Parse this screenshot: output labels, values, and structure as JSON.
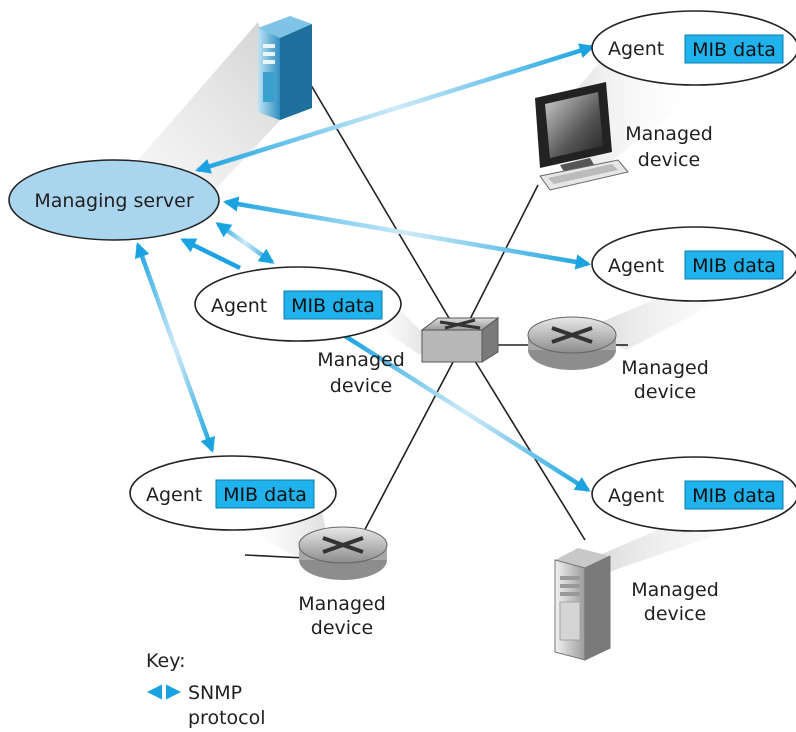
{
  "managing_server": {
    "label": "Managing server"
  },
  "agent_label": "Agent",
  "mib_label": "MIB data",
  "managed_device_line1": "Managed",
  "managed_device_line2": "device",
  "key": {
    "title": "Key:",
    "line1": "SNMP",
    "line2": "protocol"
  },
  "colors": {
    "arrow": "#1aa3e0",
    "server_fill": "#a9d6ee",
    "mib_fill": "#1fb2ec",
    "shade": "#d9d9d9"
  }
}
